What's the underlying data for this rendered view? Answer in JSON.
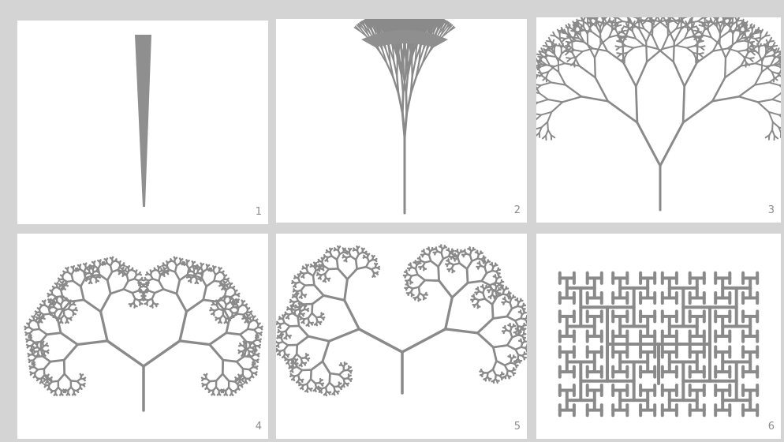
{
  "panels": [
    {
      "id": "p1",
      "number": "1",
      "kind": "trunk"
    },
    {
      "id": "p2",
      "number": "2",
      "kind": "narrow-fan"
    },
    {
      "id": "p3",
      "number": "3",
      "kind": "binary-tree-wide"
    },
    {
      "id": "p4",
      "number": "4",
      "kind": "binary-tree-heart"
    },
    {
      "id": "p5",
      "number": "5",
      "kind": "binary-tree-crooked"
    },
    {
      "id": "p6",
      "number": "6",
      "kind": "h-tree"
    }
  ],
  "colors": {
    "background": "#d4d4d4",
    "panel": "#ffffff",
    "stroke": "#8a8a8a",
    "fill": "#8f8f8f",
    "number": "#8c8c8c"
  }
}
